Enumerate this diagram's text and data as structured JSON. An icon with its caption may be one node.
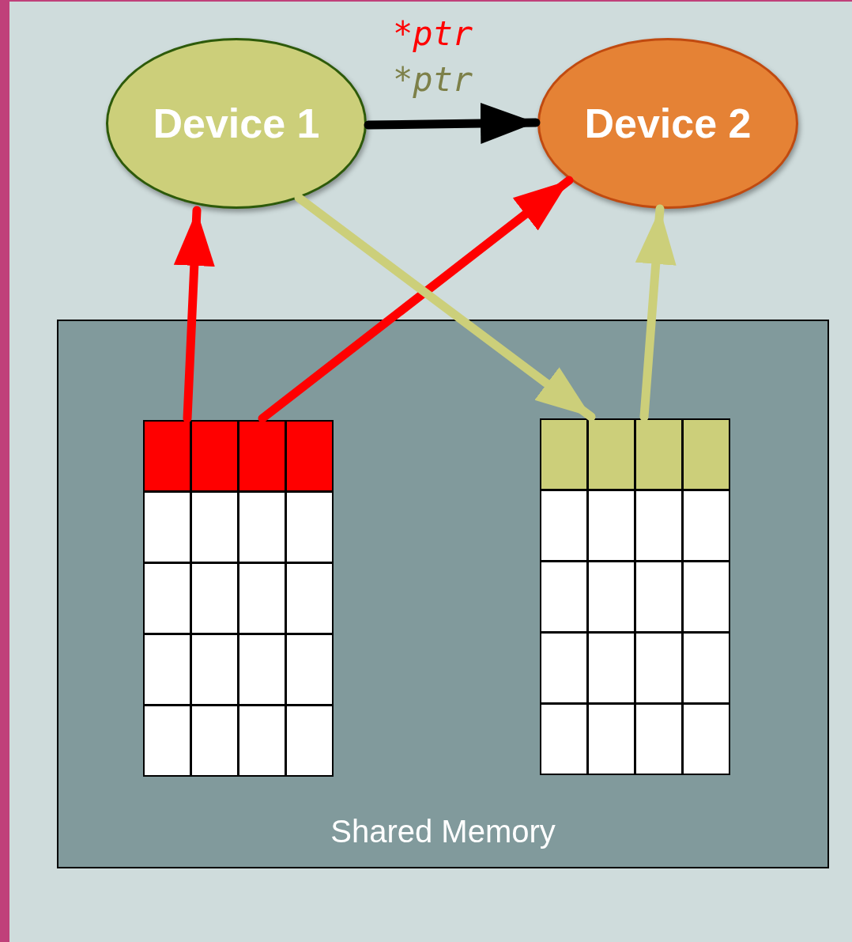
{
  "diagram": {
    "nodes": [
      {
        "text": [
          "Device 1"
        ]
      },
      {
        "text": [
          "Device 2"
        ]
      },
      {
        "text": [
          "Shared Memory"
        ]
      },
      {
        "text": [],
        "shape": "box",
        "in": 2
      },
      {
        "text": [],
        "shape": "box",
        "in": 2
      }
    ],
    "edges": [
      {
        "from": 0,
        "to": 1,
        "arrow": "to",
        "color": "#000000"
      },
      {
        "from": 3,
        "to": 0,
        "arrow": "to",
        "color": "#ff0000"
      },
      {
        "from": 3,
        "to": 1,
        "arrow": "to",
        "color": "#ff0000"
      },
      {
        "from": 0,
        "to": 4,
        "arrow": "to",
        "color": "#cccf7a"
      },
      {
        "from": 4,
        "to": 1,
        "arrow": "to",
        "color": "#cccf7a"
      }
    ],
    "labels": [
      "*ptr",
      "*ptr"
    ]
  }
}
